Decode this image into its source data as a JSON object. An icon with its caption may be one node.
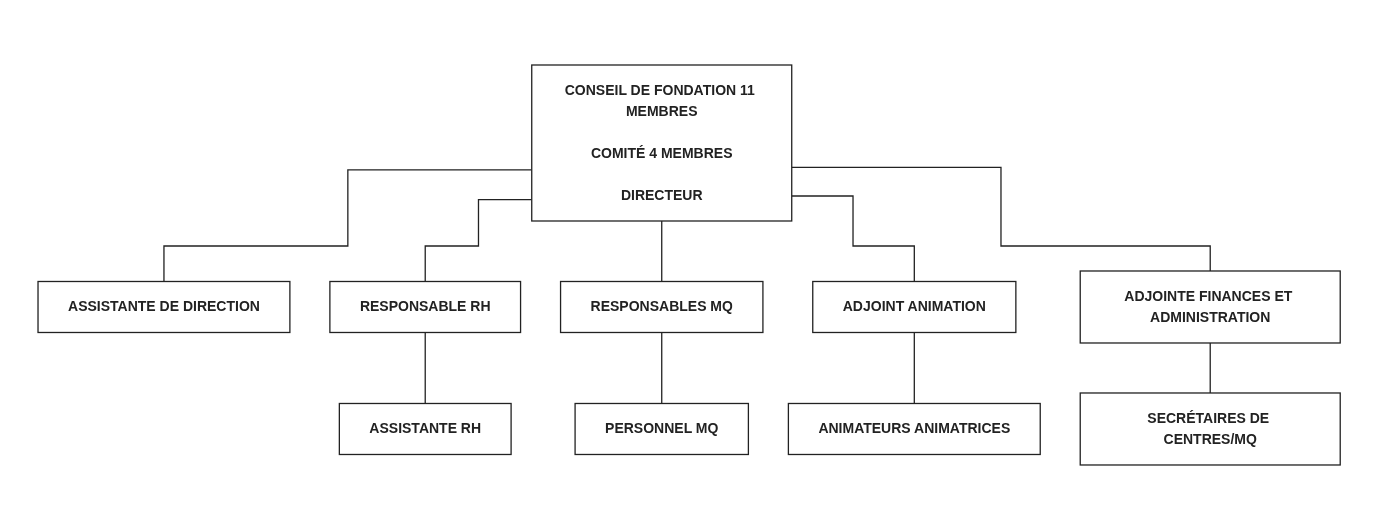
{
  "diagram": {
    "nodes": [
      {
        "text": [
          "CONSEIL DE FONDATION 11 MEMBRES",
          "COMITÉ 4 MEMBRES",
          "DIRECTEUR"
        ]
      },
      {
        "text": [
          "ASSISTANTE DE DIRECTION"
        ]
      },
      {
        "text": [
          "RESPONSABLE RH"
        ]
      },
      {
        "text": [
          "RESPONSABLES MQ"
        ]
      },
      {
        "text": [
          "ADJOINT ANIMATION"
        ]
      },
      {
        "text": [
          "ADJOINTE FINANCES ET ADMINISTRATION"
        ]
      },
      {
        "text": [
          "ASSISTANTE RH"
        ]
      },
      {
        "text": [
          "PERSONNEL MQ"
        ]
      },
      {
        "text": [
          "ANIMATEURS ANIMATRICES"
        ]
      },
      {
        "text": [
          "SECRÉTAIRES DE CENTRES/MQ"
        ]
      }
    ],
    "edges": [
      {
        "from": 0,
        "to": 1,
        "arrow": "none"
      },
      {
        "from": 0,
        "to": 2,
        "arrow": "none"
      },
      {
        "from": 0,
        "to": 3,
        "arrow": "none"
      },
      {
        "from": 0,
        "to": 4,
        "arrow": "none"
      },
      {
        "from": 0,
        "to": 5,
        "arrow": "none"
      },
      {
        "from": 2,
        "to": 6,
        "arrow": "none"
      },
      {
        "from": 3,
        "to": 7,
        "arrow": "none"
      },
      {
        "from": 4,
        "to": 8,
        "arrow": "none"
      },
      {
        "from": 5,
        "to": 9,
        "arrow": "none"
      }
    ]
  }
}
